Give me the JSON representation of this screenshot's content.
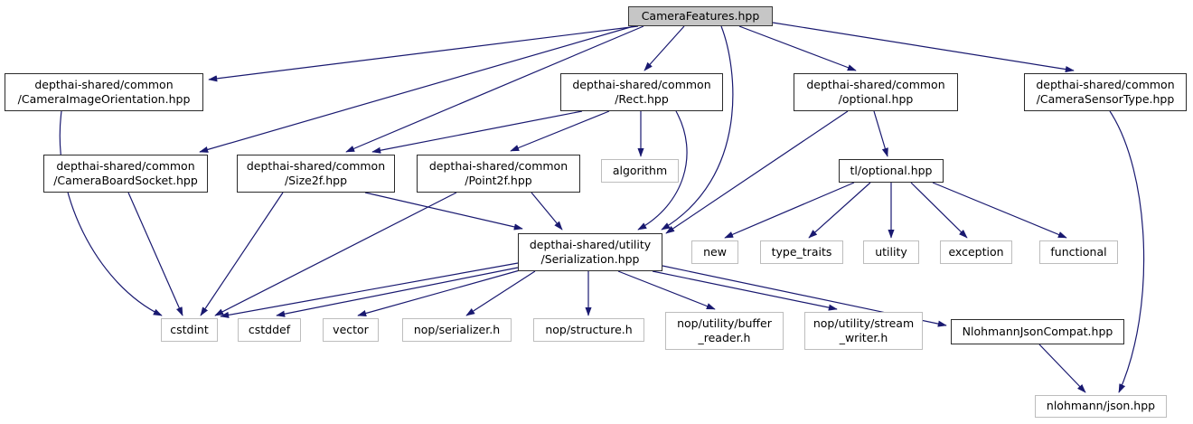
{
  "diagram": {
    "title": "CameraFeatures.hpp include dependency graph",
    "edge_color": "#191970",
    "root_fill_color": "#c6c6c6",
    "internal_border_color": "#2b2b2b",
    "external_border_color": "#bdbdbd",
    "nodes": [
      {
        "id": "camera-features",
        "lines": [
          "CameraFeatures.hpp"
        ],
        "role": "root"
      },
      {
        "id": "camera-image-orientation",
        "lines": [
          "depthai-shared/common",
          "/CameraImageOrientation.hpp"
        ],
        "role": "internal"
      },
      {
        "id": "rect",
        "lines": [
          "depthai-shared/common",
          "/Rect.hpp"
        ],
        "role": "internal"
      },
      {
        "id": "optional",
        "lines": [
          "depthai-shared/common",
          "/optional.hpp"
        ],
        "role": "internal"
      },
      {
        "id": "camera-sensor-type",
        "lines": [
          "depthai-shared/common",
          "/CameraSensorType.hpp"
        ],
        "role": "internal"
      },
      {
        "id": "camera-board-socket",
        "lines": [
          "depthai-shared/common",
          "/CameraBoardSocket.hpp"
        ],
        "role": "internal"
      },
      {
        "id": "size2f",
        "lines": [
          "depthai-shared/common",
          "/Size2f.hpp"
        ],
        "role": "internal"
      },
      {
        "id": "point2f",
        "lines": [
          "depthai-shared/common",
          "/Point2f.hpp"
        ],
        "role": "internal"
      },
      {
        "id": "algorithm",
        "lines": [
          "algorithm"
        ],
        "role": "external"
      },
      {
        "id": "tl-optional",
        "lines": [
          "tl/optional.hpp"
        ],
        "role": "internal"
      },
      {
        "id": "serialization",
        "lines": [
          "depthai-shared/utility",
          "/Serialization.hpp"
        ],
        "role": "internal"
      },
      {
        "id": "new",
        "lines": [
          "new"
        ],
        "role": "external"
      },
      {
        "id": "type-traits",
        "lines": [
          "type_traits"
        ],
        "role": "external"
      },
      {
        "id": "utility",
        "lines": [
          "utility"
        ],
        "role": "external"
      },
      {
        "id": "exception",
        "lines": [
          "exception"
        ],
        "role": "external"
      },
      {
        "id": "functional",
        "lines": [
          "functional"
        ],
        "role": "external"
      },
      {
        "id": "cstdint",
        "lines": [
          "cstdint"
        ],
        "role": "external"
      },
      {
        "id": "cstddef",
        "lines": [
          "cstddef"
        ],
        "role": "external"
      },
      {
        "id": "vector",
        "lines": [
          "vector"
        ],
        "role": "external"
      },
      {
        "id": "nop-serializer",
        "lines": [
          "nop/serializer.h"
        ],
        "role": "external"
      },
      {
        "id": "nop-structure",
        "lines": [
          "nop/structure.h"
        ],
        "role": "external"
      },
      {
        "id": "nop-buffer-reader",
        "lines": [
          "nop/utility/buffer",
          "_reader.h"
        ],
        "role": "external"
      },
      {
        "id": "nop-stream-writer",
        "lines": [
          "nop/utility/stream",
          "_writer.h"
        ],
        "role": "external"
      },
      {
        "id": "nlohmann-json-compat",
        "lines": [
          "NlohmannJsonCompat.hpp"
        ],
        "role": "internal"
      },
      {
        "id": "nlohmann-json",
        "lines": [
          "nlohmann/json.hpp"
        ],
        "role": "external"
      }
    ],
    "edges": [
      {
        "from": "camera-features",
        "to": "camera-image-orientation"
      },
      {
        "from": "camera-features",
        "to": "camera-board-socket"
      },
      {
        "from": "camera-features",
        "to": "size2f"
      },
      {
        "from": "camera-features",
        "to": "rect"
      },
      {
        "from": "camera-features",
        "to": "serialization"
      },
      {
        "from": "camera-features",
        "to": "optional"
      },
      {
        "from": "camera-features",
        "to": "camera-sensor-type"
      },
      {
        "from": "camera-image-orientation",
        "to": "cstdint"
      },
      {
        "from": "camera-board-socket",
        "to": "cstdint"
      },
      {
        "from": "rect",
        "to": "size2f"
      },
      {
        "from": "rect",
        "to": "point2f"
      },
      {
        "from": "rect",
        "to": "algorithm"
      },
      {
        "from": "rect",
        "to": "serialization"
      },
      {
        "from": "size2f",
        "to": "cstdint"
      },
      {
        "from": "size2f",
        "to": "serialization"
      },
      {
        "from": "point2f",
        "to": "cstdint"
      },
      {
        "from": "point2f",
        "to": "serialization"
      },
      {
        "from": "optional",
        "to": "tl-optional"
      },
      {
        "from": "optional",
        "to": "serialization"
      },
      {
        "from": "tl-optional",
        "to": "new"
      },
      {
        "from": "tl-optional",
        "to": "type-traits"
      },
      {
        "from": "tl-optional",
        "to": "utility"
      },
      {
        "from": "tl-optional",
        "to": "exception"
      },
      {
        "from": "tl-optional",
        "to": "functional"
      },
      {
        "from": "camera-sensor-type",
        "to": "nlohmann-json"
      },
      {
        "from": "serialization",
        "to": "cstdint"
      },
      {
        "from": "serialization",
        "to": "cstddef"
      },
      {
        "from": "serialization",
        "to": "vector"
      },
      {
        "from": "serialization",
        "to": "nop-serializer"
      },
      {
        "from": "serialization",
        "to": "nop-structure"
      },
      {
        "from": "serialization",
        "to": "nop-buffer-reader"
      },
      {
        "from": "serialization",
        "to": "nop-stream-writer"
      },
      {
        "from": "serialization",
        "to": "nlohmann-json-compat"
      },
      {
        "from": "nlohmann-json-compat",
        "to": "nlohmann-json"
      }
    ]
  }
}
